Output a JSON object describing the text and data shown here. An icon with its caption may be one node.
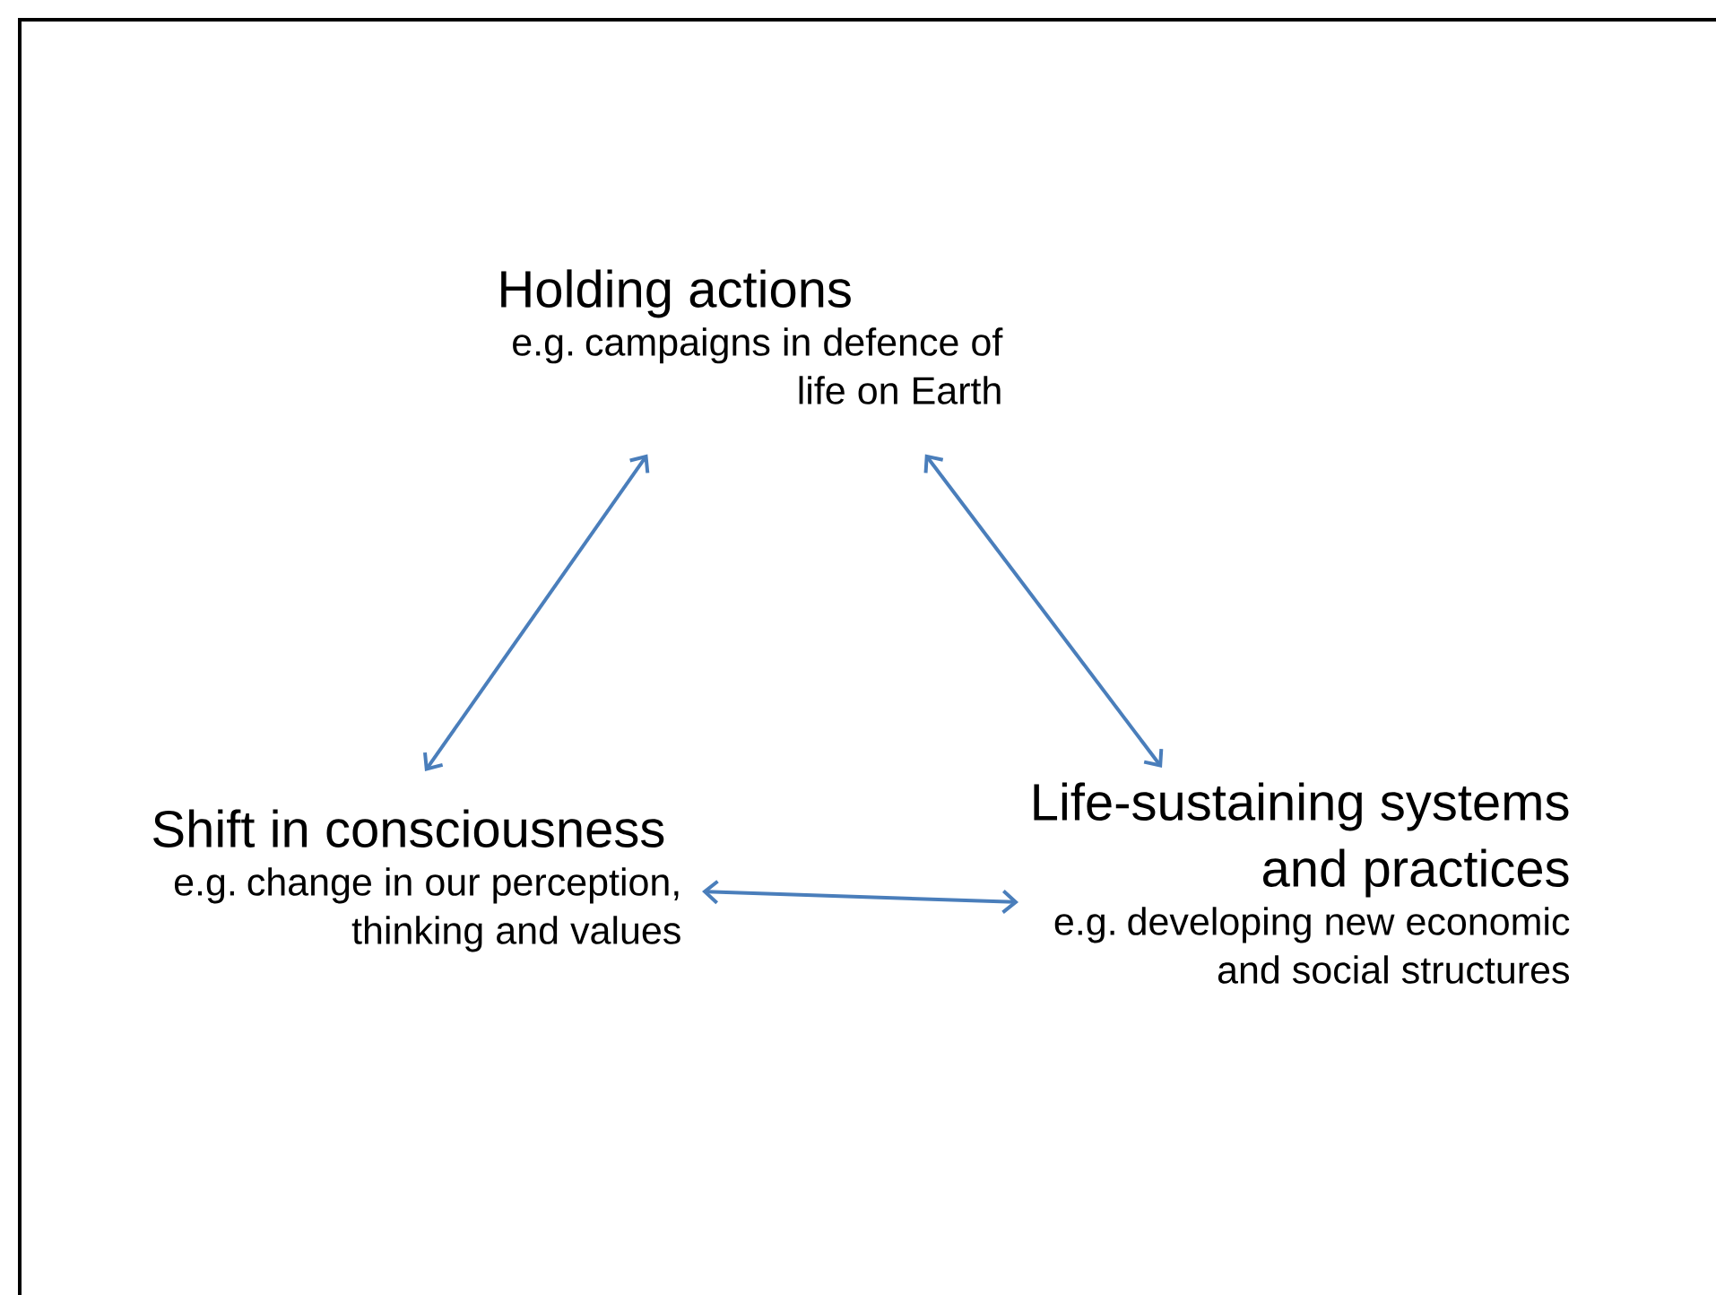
{
  "diagram": {
    "nodes": [
      {
        "text": [
          "Holding actions",
          "e.g. campaigns in defence of life on Earth"
        ]
      },
      {
        "text": [
          "Shift in consciousness",
          "e.g. change in our perception, thinking and values"
        ]
      },
      {
        "text": [
          "Life-sustaining systems and practices",
          "e.g. developing new economic and social structures"
        ]
      }
    ],
    "edges": [
      {
        "from": 0,
        "to": 1,
        "arrow": "both"
      },
      {
        "from": 0,
        "to": 2,
        "arrow": "both"
      },
      {
        "from": 1,
        "to": 2,
        "arrow": "both"
      }
    ]
  }
}
